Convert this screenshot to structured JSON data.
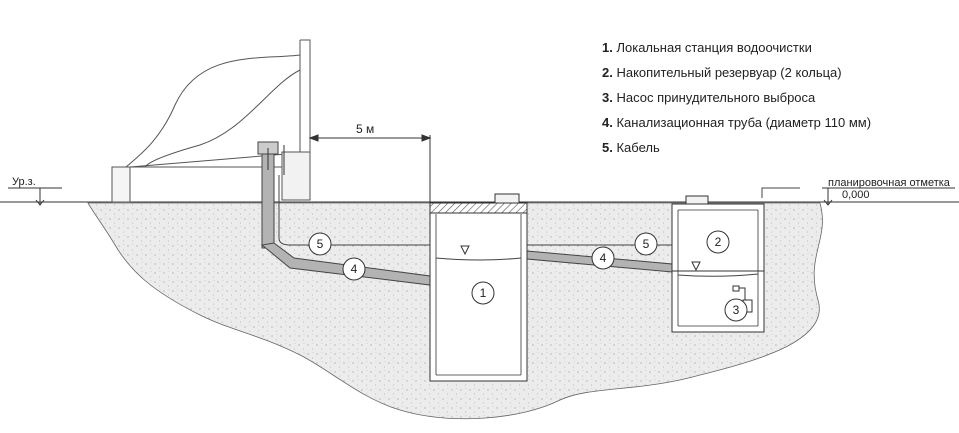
{
  "legend": [
    {
      "num": "1.",
      "text": "Локальная станция водоочистки"
    },
    {
      "num": "2.",
      "text": "Накопительный резервуар (2 кольца)"
    },
    {
      "num": "3.",
      "text": "Насос принудительного выброса"
    },
    {
      "num": "4.",
      "text": "Канализационная труба (диаметр 110 мм)"
    },
    {
      "num": "5.",
      "text": "Кабель"
    }
  ],
  "labels": {
    "ground_level": "Ур.з.",
    "distance": "5 м",
    "grade_mark": "планировочная отметка",
    "grade_value": "0,000"
  },
  "callouts": {
    "station": "1",
    "reservoir": "2",
    "pump": "3",
    "pipe": "4",
    "cable": "5"
  },
  "colors": {
    "line": "#333333",
    "soil": "#ececec",
    "pipe": "#b3b3b3",
    "hatch": "#555555"
  }
}
